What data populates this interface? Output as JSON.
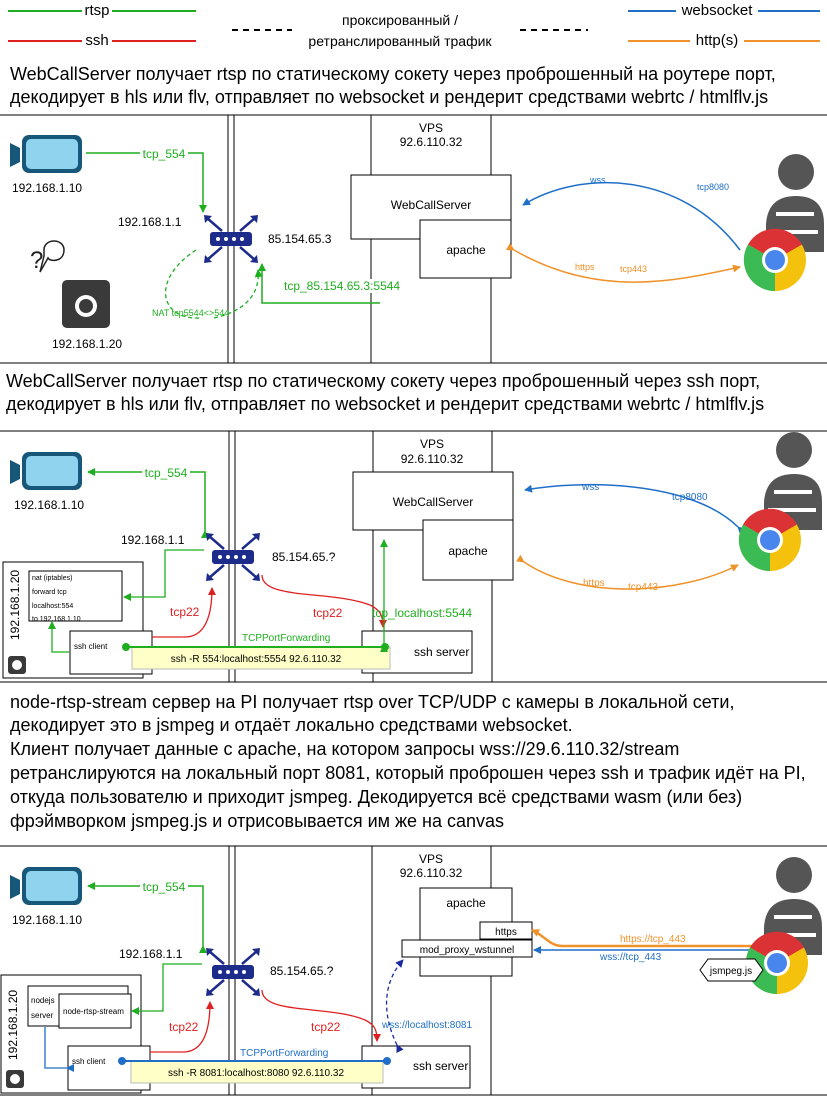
{
  "legend": {
    "rtsp": "rtsp",
    "ssh": "ssh",
    "proxied_line1": "проксированный /",
    "proxied_line2": "ретранслированный трафик",
    "websocket": "websocket",
    "http": "http(s)"
  },
  "colors": {
    "rtsp": "#1fae1f",
    "ssh": "#e02020",
    "websocket": "#1f6fc8",
    "http": "#f0922a",
    "note": "#ffffc8"
  },
  "section1": {
    "desc_line1": "WebCallServer получает rtsp по статическому сокету через проброшенный на роутере порт,",
    "desc_line2": " декодирует в hls или flv, отправляет по websocket и рендерит средствами webrtc / htmlflv.js",
    "camera_ip": "192.168.1.10",
    "rtsp_label": "tcp_554",
    "router_ip": "192.168.1.1",
    "router_wan": "85.154.65.3",
    "nat_label": "NAT tcp5544<>544",
    "forward_label": "tcp_85.154.65.3:5544",
    "pi_ip": "192.168.1.20",
    "vps_title": "VPS",
    "vps_ip": "92.6.110.32",
    "wcs": "WebCallServer",
    "apache": "apache",
    "wss": "wss",
    "wss_port": "tcp8080",
    "https": "https",
    "https_port": "tcp443"
  },
  "section2": {
    "desc_line1": "WebCallServer получает rtsp по статическому сокету через проброшенный через ssh порт,",
    "desc_line2": " декодирует в hls или flv, отправляет по websocket и рендерит средствами webrtc / htmlflv.js",
    "camera_ip": "192.168.1.10",
    "rtsp_label": "tcp_554",
    "router_ip": "192.168.1.1",
    "router_wan": "85.154.65.?",
    "pi_label": "192.168.1.20",
    "nat_lines": [
      "nat (iptables)",
      "forward tcp",
      "localhost:554",
      "to 192.168.1.10"
    ],
    "ssh_client": "ssh client",
    "tcp22_a": "tcp22",
    "tcp22_b": "tcp22",
    "forwarding": "TCPPortForwarding",
    "command": "ssh -R 554:localhost:5554 92.6.110.32",
    "ssh_server": "ssh server",
    "local_label": "tcp_localhost:5544",
    "vps_title": "VPS",
    "vps_ip": "92.6.110.32",
    "wcs": "WebCallServer",
    "apache": "apache",
    "wss": "wss",
    "wss_port": "tcp8080",
    "https": "https",
    "https_port": "tcp443"
  },
  "section3": {
    "desc_lines": [
      "node-rtsp-stream сервер на PI получает rtsp over TCP/UDP с камеры в локальной сети,",
      "декодирует это в jsmpeg и отдаёт локально средствами websocket.",
      "Клиент получает данные с apache, на котором запросы wss://29.6.110.32/stream",
      "ретранслируются на локальный порт 8081, который проброшен через ssh и трафик идёт на PI,",
      "откуда пользователю и приходит jsmpeg. Декодируется всё средствами wasm (или без)",
      "фрэймворком jsmpeg.js и отрисовывается им же на canvas"
    ],
    "camera_ip": "192.168.1.10",
    "rtsp_label": "tcp_554",
    "router_ip": "192.168.1.1",
    "router_wan": "85.154.65.?",
    "pi_label": "192.168.1.20",
    "nodejs_line1": "nodejs",
    "nodejs_line2": "server",
    "node_rtsp": "node-rtsp-stream",
    "ssh_client": "ssh client",
    "tcp22_a": "tcp22",
    "tcp22_b": "tcp22",
    "forwarding": "TCPPortForwarding",
    "command": "ssh -R 8081:localhost:8080 92.6.110.32",
    "ssh_server": "ssh server",
    "wss_local": "wss://localhost:8081",
    "vps_title": "VPS",
    "vps_ip": "92.6.110.32",
    "apache": "apache",
    "https_box": "https",
    "proxy": "mod_proxy_wstunnel",
    "https_label": "https://tcp_443",
    "wss_label": "wss://tcp_443",
    "jsmpeg": "jsmpeg.js"
  }
}
